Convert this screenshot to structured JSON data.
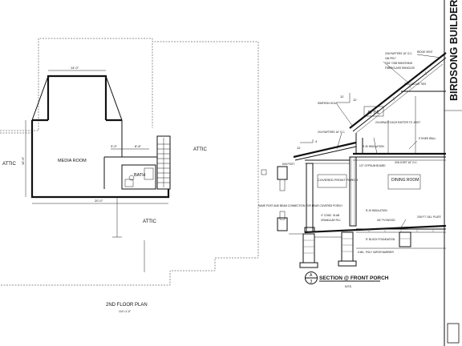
{
  "title_block": {
    "company": "BIRDSONG BUILDERS"
  },
  "plan": {
    "title": "2ND FLOOR PLAN",
    "scale": "1/4\"=1'-0\"",
    "rooms": {
      "media_room": "MEDIA ROOM",
      "bath": "BATH"
    },
    "attics": [
      "ATTIC",
      "ATTIC",
      "ATTIC"
    ],
    "dims": {
      "top_width": "14'-0\"",
      "bottom_width": "20'-0\"",
      "side_height": "16'-6\"",
      "bath_w": "8'-6\"",
      "closet_w": "3'-0\""
    }
  },
  "section": {
    "title": "SECTION @ FRONT PORCH",
    "scale": "NTS",
    "marker_num": "A",
    "marker_sheet": "3",
    "rooms": {
      "attic": "ATTIC",
      "covered_porch": "COVERED FRONT PORCH",
      "dining": "DINING ROOM"
    },
    "pitch_rise": "12",
    "pitch_run": "12",
    "porch_pitch_rise": "4",
    "porch_pitch_run": "12",
    "notes": [
      "RIDGE VENT",
      "2X6 RAFTERS 16\" O.C.",
      "15# FELT",
      "7/16\" OSB SHEATHING",
      "FIBERGLASS SHINGLES",
      "2X6 COLLAR TIES",
      "SIMPSON H2.5A",
      "2X4 BRACE EACH RAFTER TO JOIST",
      "2X4 RAFTERS 16\" O.C.",
      "R-30 INSULATION",
      "2X8 JOIST 16\" O.C.",
      "1/2\" GYPSUM BOARD",
      "6X6 POST",
      "3/4\" PLYWOOD",
      "4\" CONC. SLAB",
      "GRANULAR FILL",
      "8\" BLOCK FOUNDATION",
      "2X6 P.T. SILL PLATE",
      "R-19 INSULATION",
      "6 MIL. POLY VAPOR BARRIER",
      "SAME POST AND BEAM CONNECTION FOR REAR COVERED PORCH",
      "9' KNEE WALL"
    ]
  }
}
